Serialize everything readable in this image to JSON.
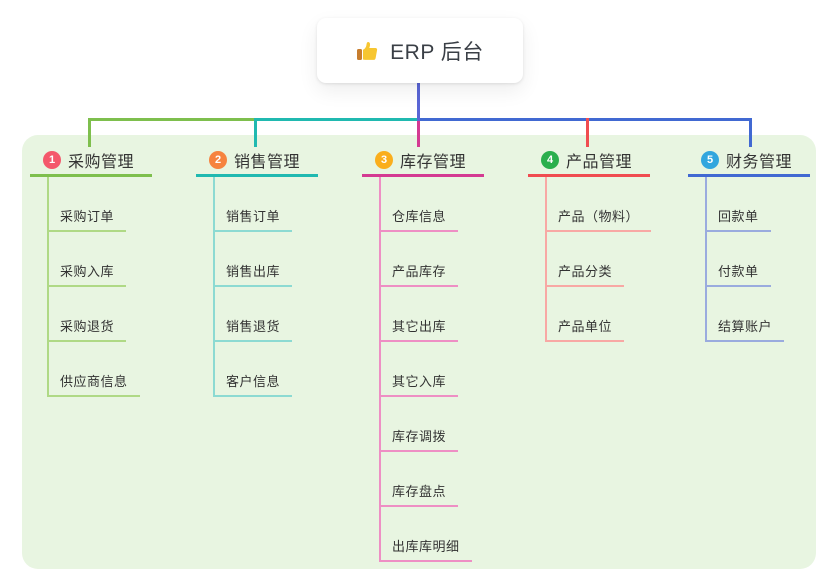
{
  "root": {
    "title": "ERP 后台",
    "icon": "thumbs-up-icon",
    "connector_color": "#5A66D6"
  },
  "colors": {
    "panel_bg": "#E8F5E1",
    "canvas_bg": "#FFFFFF",
    "text": "#333333"
  },
  "branches": [
    {
      "badge": "1",
      "badge_color": "#F4586B",
      "color": "#7EBF4D",
      "sub_color": "#AFD985",
      "title": "采购管理",
      "children": [
        "采购订单",
        "采购入库",
        "采购退货",
        "供应商信息"
      ]
    },
    {
      "badge": "2",
      "badge_color": "#F6833F",
      "color": "#20B9B0",
      "sub_color": "#8CDAD2",
      "title": "销售管理",
      "children": [
        "销售订单",
        "销售出库",
        "销售退货",
        "客户信息"
      ]
    },
    {
      "badge": "3",
      "badge_color": "#FAAE1C",
      "color": "#D43A92",
      "sub_color": "#EE8FC4",
      "title": "库存管理",
      "children": [
        "仓库信息",
        "产品库存",
        "其它出库",
        "其它入库",
        "库存调拨",
        "库存盘点",
        "出库库明细"
      ]
    },
    {
      "badge": "4",
      "badge_color": "#2AAF4D",
      "color": "#F04C50",
      "sub_color": "#F8A8A4",
      "title": "产品管理",
      "children": [
        "产品（物料）",
        "产品分类",
        "产品单位"
      ]
    },
    {
      "badge": "5",
      "badge_color": "#32A6DE",
      "color": "#4169D2",
      "sub_color": "#9AABDE",
      "title": "财务管理",
      "children": [
        "回款单",
        "付款单",
        "结算账户"
      ]
    }
  ]
}
